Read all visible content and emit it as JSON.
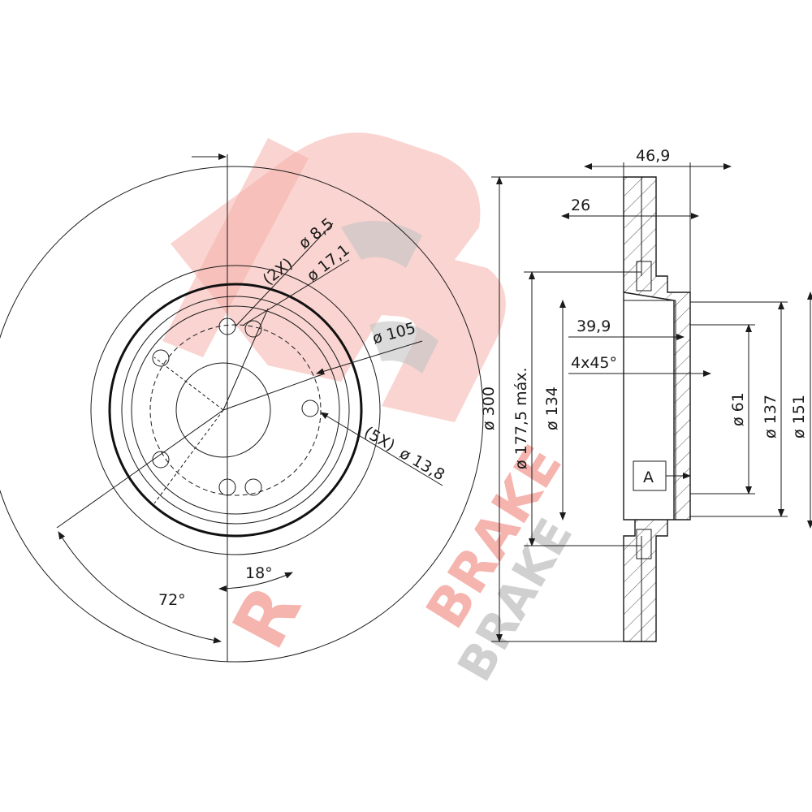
{
  "watermark": {
    "brand_text": "R BRAKE",
    "logo_letters": "R",
    "logo_color": "#f4a8a0",
    "shadow_color": "#bdbdbd"
  },
  "front_view": {
    "labels": {
      "bolt_hole_count": "(2X)",
      "bolt_hole_diameter": "8,5",
      "bolt_hole_counterbore": "17,1",
      "pcd": "105",
      "wheel_bolt_count": "(5X)",
      "wheel_bolt_diameter": "13,8",
      "angle_small": "18°",
      "angle_large": "72°"
    }
  },
  "side_view": {
    "labels": {
      "total_height": "46,9",
      "disc_thickness": "26",
      "hat_depth": "39,9",
      "chamfer": "4x45°",
      "outer_diameter": "300",
      "max_inner_diameter": "177,5 máx.",
      "hat_outer_diameter": "134",
      "center_bore": "61",
      "hat_diameter": "137",
      "flange_diameter": "151",
      "datum": "A"
    },
    "diameter_symbol": "ø"
  },
  "colors": {
    "line": "#1a1a1a",
    "hatch": "#555555",
    "background": "#ffffff"
  }
}
